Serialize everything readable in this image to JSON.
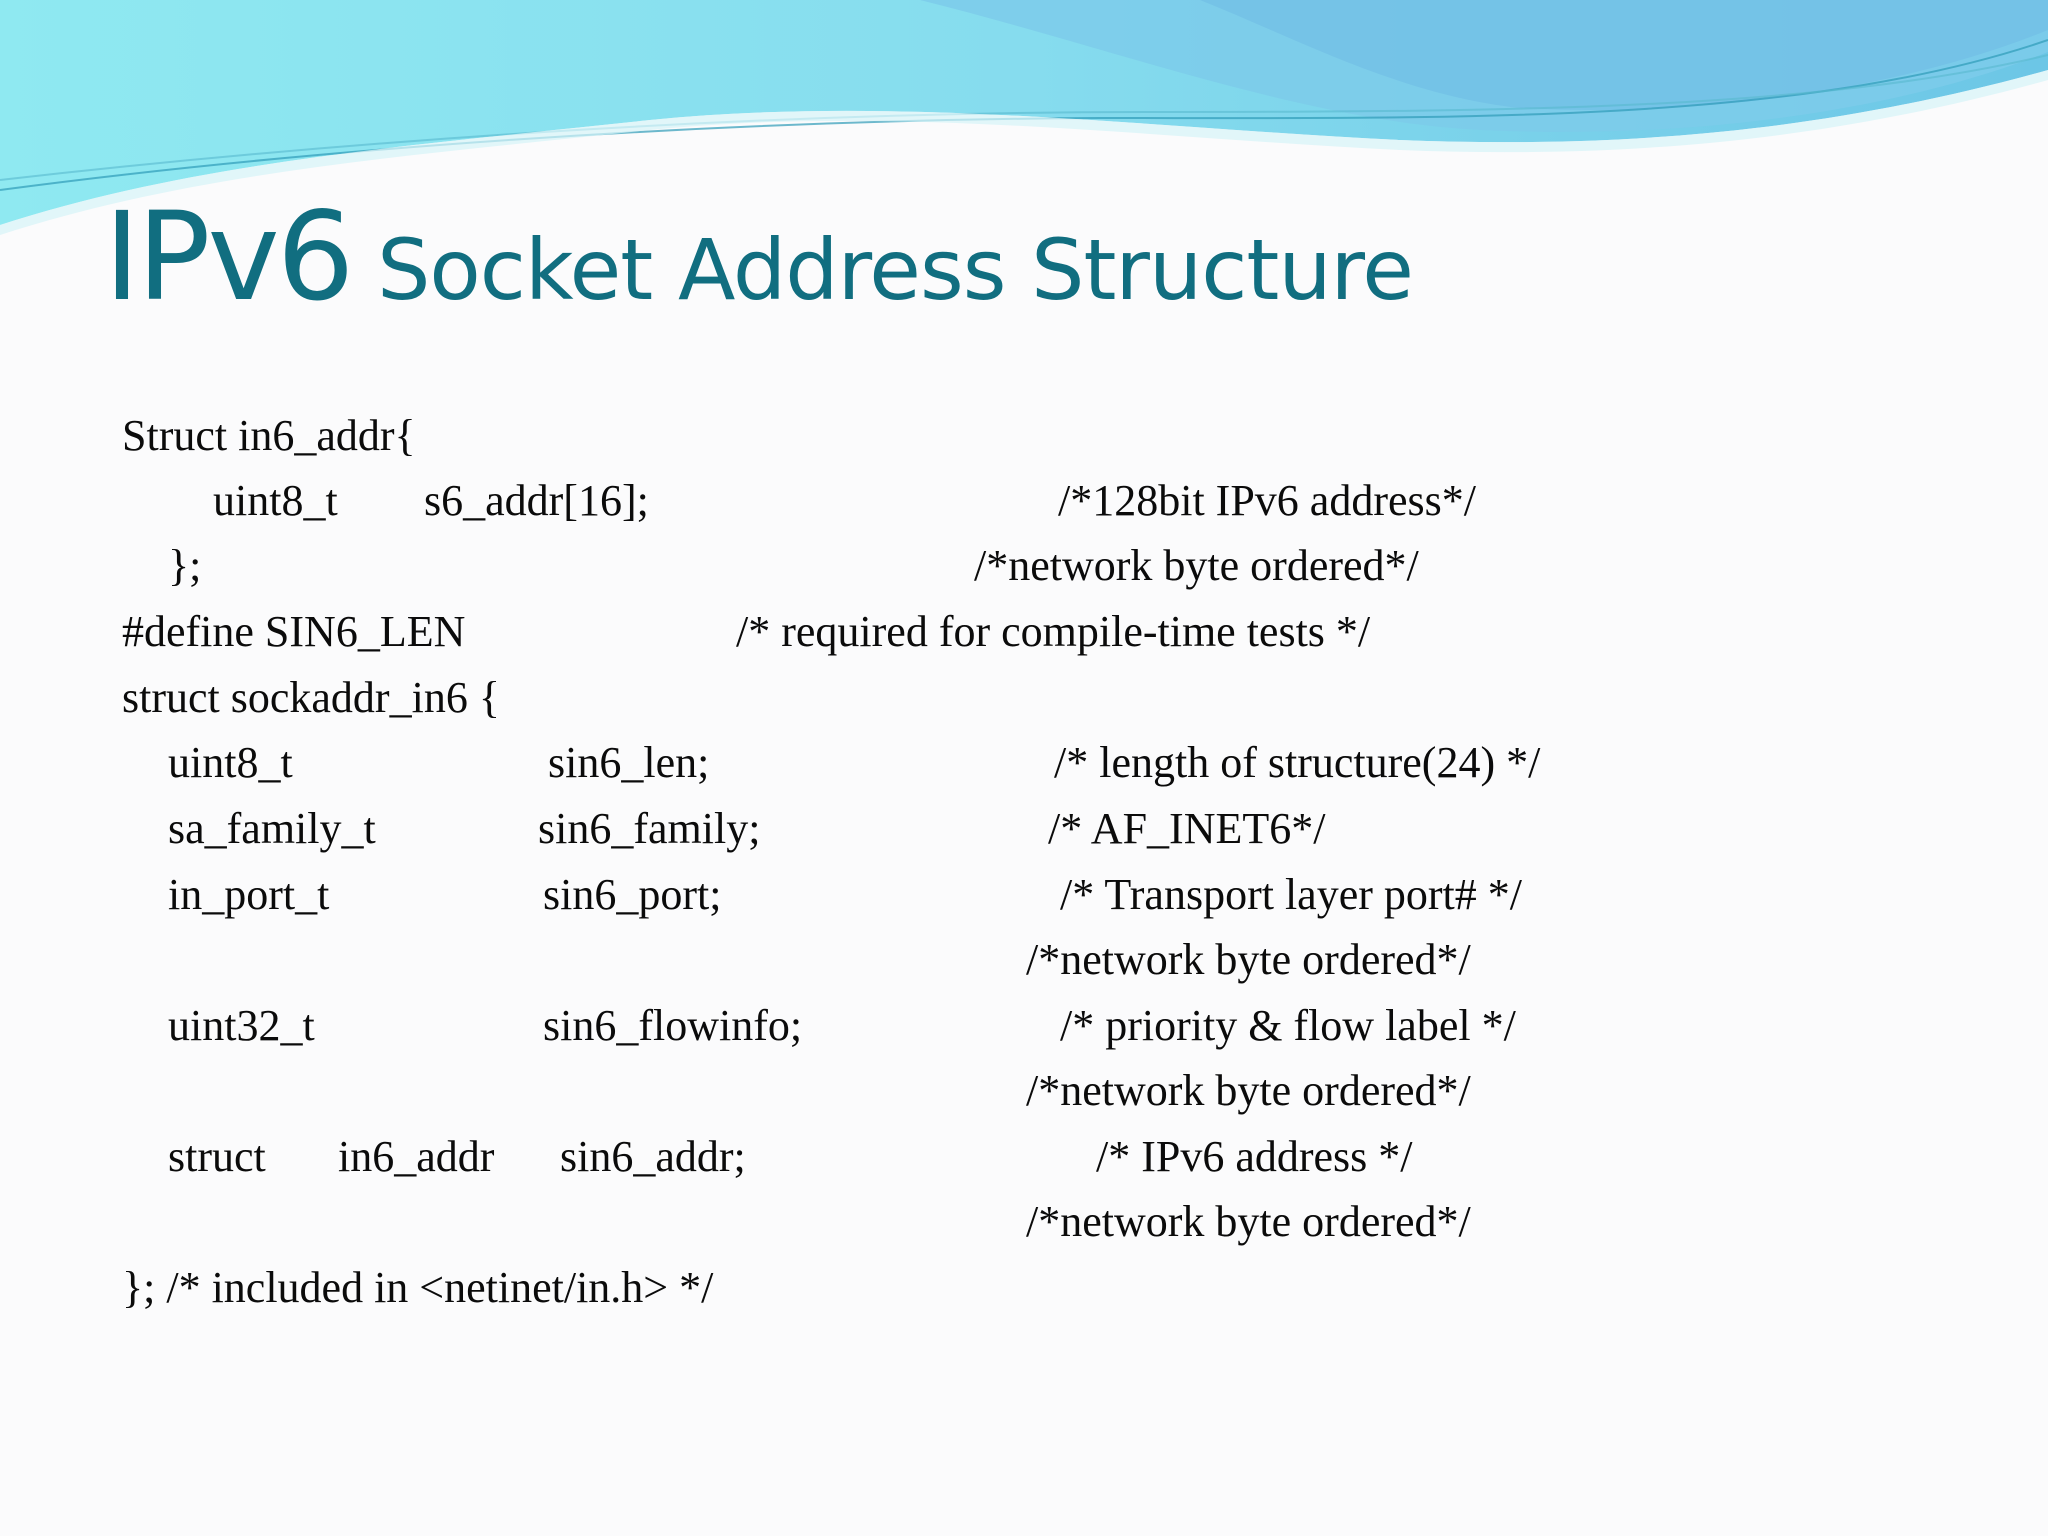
{
  "slide": {
    "title_main": "IPv6",
    "title_rest": "Socket Address Structure",
    "lines": [
      "Struct in6_addr{",
      "uint8_t",
      "s6_addr[16];",
      "/*128bit  IPv6 address*/",
      "};",
      "/*network byte ordered*/",
      "#define  SIN6_LEN",
      "/* required for compile-time tests */",
      "struct sockaddr_in6 {",
      "uint8_t",
      "sin6_len;",
      "/* length of structure(24) */",
      "sa_family_t",
      "sin6_family;",
      "/* AF_INET6*/",
      "in_port_t",
      "sin6_port;",
      "/* Transport layer port# */",
      "/*network byte ordered*/",
      "uint32_t",
      "sin6_flowinfo;",
      "/* priority & flow label */",
      "/*network byte ordered*/",
      "struct",
      "in6_addr",
      "sin6_addr;",
      "/* IPv6 address */",
      "/*network byte ordered*/",
      "}; /* included in <netinet/in.h> */"
    ]
  },
  "colors": {
    "title": "#116e80",
    "text": "#0b0b0b",
    "background": "#fbfbfc",
    "wave_light": "#8fe6ef",
    "wave_mid": "#5ec5e0",
    "wave_dark": "#3aa3c8"
  }
}
